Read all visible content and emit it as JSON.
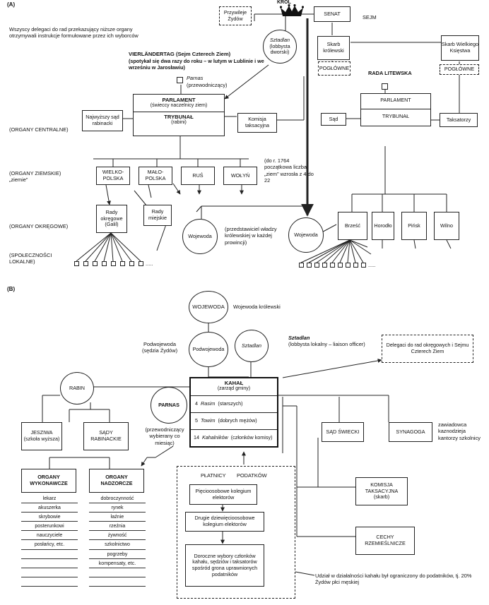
{
  "section_a": {
    "label": "(A)",
    "intro": "Wszyscy delegaci do rad przekazujący niższe organy otrzymywali instrukcje formułowane przez ich wyborców",
    "krol": "KRÓL",
    "przywileje": "Przywileje Żydów",
    "senat": "SENAT",
    "sejm": "SEJM",
    "sztadlan_title": "Sztadlan",
    "sztadlan_sub": "(lobbysta dworski)",
    "skarb_krolewski": "Skarb królewski",
    "skarb_wk": "Skarb Wielkiego Księstwa",
    "poglowne_1": "POGŁÓWNE",
    "poglowne_2": "POGŁÓWNE",
    "vierlandertag_title": "VIERLÄNDERTAG (Sejm Czterech Ziem)",
    "vierlandertag_sub": "(spotykał się dwa razy do roku – w lutym w Lublinie i we wrześniu w Jarosławiu)",
    "parnas_title": "Parnas",
    "parnas_sub": "(przewodniczący)",
    "parlament": "PARLAMENT",
    "parlament_sub": "(świeccy naczelnicy ziem)",
    "trybunal": "TRYBUNAŁ",
    "trybunal_sub": "(rabini)",
    "najwyzszy_sad": "Najwyższy sąd rabinacki",
    "komisja_taksacyjna": "Komisja taksacyjna",
    "rada_litewska": "RADA LITEWSKA",
    "parlament_lt": "PARLAMENT",
    "trybunal_lt": "TRYBUNAŁ",
    "sad": "Sąd",
    "taksatorzy": "Taksatorzy",
    "organy_centralne": "(ORGANY CENTRALNE)",
    "organy_ziemskie": "(ORGANY ZIEMSKIE) „ziemie”",
    "organy_okregowe": "(ORGANY OKRĘGOWE)",
    "spolecznosci": "(SPOŁECZNOŚCI LOKALNE)",
    "ziemie": [
      "WIELKO-POLSKA",
      "MAŁO-POLSKA",
      "RUŚ",
      "WOŁYŃ"
    ],
    "ziemie_note": "(do r. 1764 początkowa liczba „ziem” wzrosła z 4 do 22",
    "rady_okregowe": "Rady okręgowe (Galil)",
    "rady_miejskie": "Rady miejskie",
    "wojewoda_1": "Wojewoda",
    "wojewoda_2": "Wojewoda",
    "wojewoda_note": "(przedstawiciel władzy królewskiej w każdej prowincji)",
    "lt_okregi": [
      "Brześć",
      "Horodło",
      "Pińsk",
      "Wilno"
    ],
    "ellipsis": "....."
  },
  "section_b": {
    "label": "(B)",
    "wojewoda": "WOJEWODA",
    "wojewoda_krolewski": "Wojewoda królewski",
    "podwojewoda_note": "Podwojewoda (sędzia Żydów)",
    "podwojewoda": "Podwojewoda",
    "sztadlan": "Sztadlan",
    "sztadlan_note_title": "Sztadlan",
    "sztadlan_note": "(lobbysta lokalny – liaison officer)",
    "delegaci": "Delegaci do rad okręgowych i Sejmu Czterech Ziem",
    "kahal_title": "KAHAŁ",
    "kahal_sub": "(zarząd gminy)",
    "kahal_rows": [
      {
        "num": "4",
        "name": "Rasim",
        "desc": "(starszych)"
      },
      {
        "num": "5",
        "name": "Towim",
        "desc": "(dobrych mężów)"
      },
      {
        "num": "14",
        "name": "Kahalników",
        "desc": "(członków komisy)"
      }
    ],
    "rabin": "RABIN",
    "parnas": "PARNAS",
    "parnas_note": "(przewodniczący wybierany co miesiąc)",
    "jesziwa": "JESZIWA",
    "jesziwa_sub": "(szkoła wyższa)",
    "sady_rabinackie": "SĄDY RABINACKIE",
    "sad_swiecki": "SĄD ŚWIECKI",
    "synagoga": "SYNAGOGA",
    "synagoga_note": "zawiadowca kaznodzieja kantorzy szkolnicy",
    "organy_wykonawcze": "ORGANY WYKONAWCZE",
    "organy_nadzorcze": "ORGANY NADZORCZE",
    "wykonawcze_list": [
      "lekarz",
      "akuszerka",
      "skrybowie",
      "posterunkowi",
      "nauczyciele",
      "posłańcy, etc."
    ],
    "nadzorcze_list": [
      "dobroczynność",
      "rynek",
      "łaźnie",
      "rzeźnia",
      "żywność",
      "szkolnictwo",
      "pogrzeby",
      "kompensaty, etc."
    ],
    "platnicy": "PŁATNICY",
    "podatkow": "PODATKÓW",
    "kolegium_1": "Pięcioosobowe kolegium elektorów",
    "kolegium_2": "Drugie dziewięcioosobowe kolegium elektorów",
    "wybory": "Doroczne wybory członków kahału, sędziów i taksatorów spośród grona uprawnionych podatników",
    "komisja_title": "KOMISJA TAKSACYJNA",
    "komisja_sub": "(skarb)",
    "cechy": "CECHY RZEMIEŚLNICZE",
    "udzial_note": "Udział w działalności kahału był ograniczony do podatników, tj. 20% Żydów płci męskiej"
  }
}
